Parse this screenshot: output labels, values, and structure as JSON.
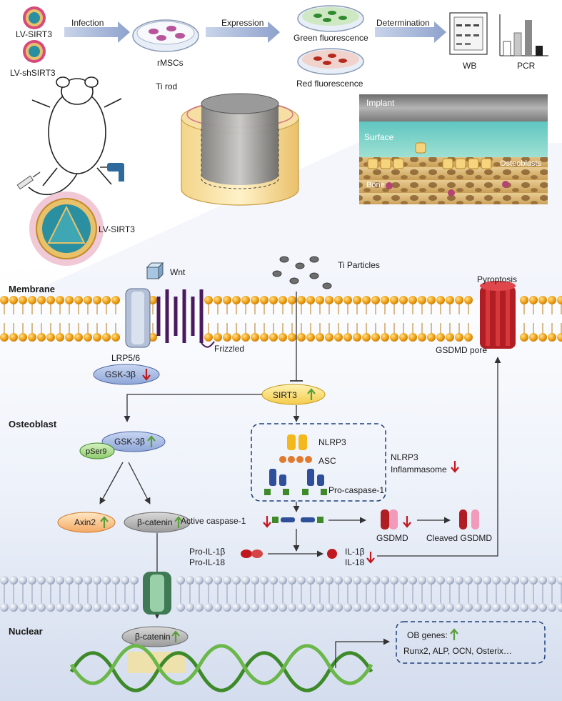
{
  "workflow": {
    "vector_top": "LV-SIRT3",
    "vector_bottom": "LV-shSIRT3",
    "step1": "Infection",
    "cells": "rMSCs",
    "step2": "Expression",
    "green": "Green fluorescence",
    "red": "Red fluorescence",
    "step3": "Determination",
    "wb": "WB",
    "pcr": "PCR"
  },
  "model": {
    "ti_rod": "Ti rod",
    "implant": "Implant",
    "surface": "Surface",
    "osteoblasts": "Osteoblasts",
    "bone": "Bone",
    "injected_vector": "LV-SIRT3"
  },
  "pathway": {
    "membrane": "Membrane",
    "wnt": "Wnt",
    "lrp": "LRP5/6",
    "frizzled": "Frizzled",
    "ti_particles": "Ti Particles",
    "pyroptosis": "Pyroptosis",
    "gsdmd_pore": "GSDMD pore",
    "osteoblast": "Osteoblast",
    "gsk_top": "GSK-3β",
    "sirt3": "SIRT3",
    "gsk_mid": "GSK-3β",
    "pser9": "pSer9",
    "nlrp3": "NLRP3",
    "asc": "ASC",
    "inflammasome_1": "NLRP3",
    "inflammasome_2": "Inflammasome",
    "pro_casp": "Pro-caspase-1",
    "axin2": "Axin2",
    "bcat": "β-catenin",
    "active_casp": "Active caspase-1",
    "gsdmd": "GSDMD",
    "cleaved_gsdmd": "Cleaved GSDMD",
    "pro_il1b": "Pro-IL-1β",
    "pro_il18": "Pro-IL-18",
    "il1b": "IL-1β",
    "il18": "IL-18",
    "nuclear": "Nuclear",
    "bcat_nuc": "β-catenin",
    "ob_genes_1": "OB genes:",
    "ob_genes_2": "Runx2, ALP, OCN, Osterix…"
  },
  "colors": {
    "up": "#5a9e3a",
    "down": "#c0181e",
    "lipid_head": "#f0a21a",
    "nuclear_head": "#b8c4d6"
  }
}
